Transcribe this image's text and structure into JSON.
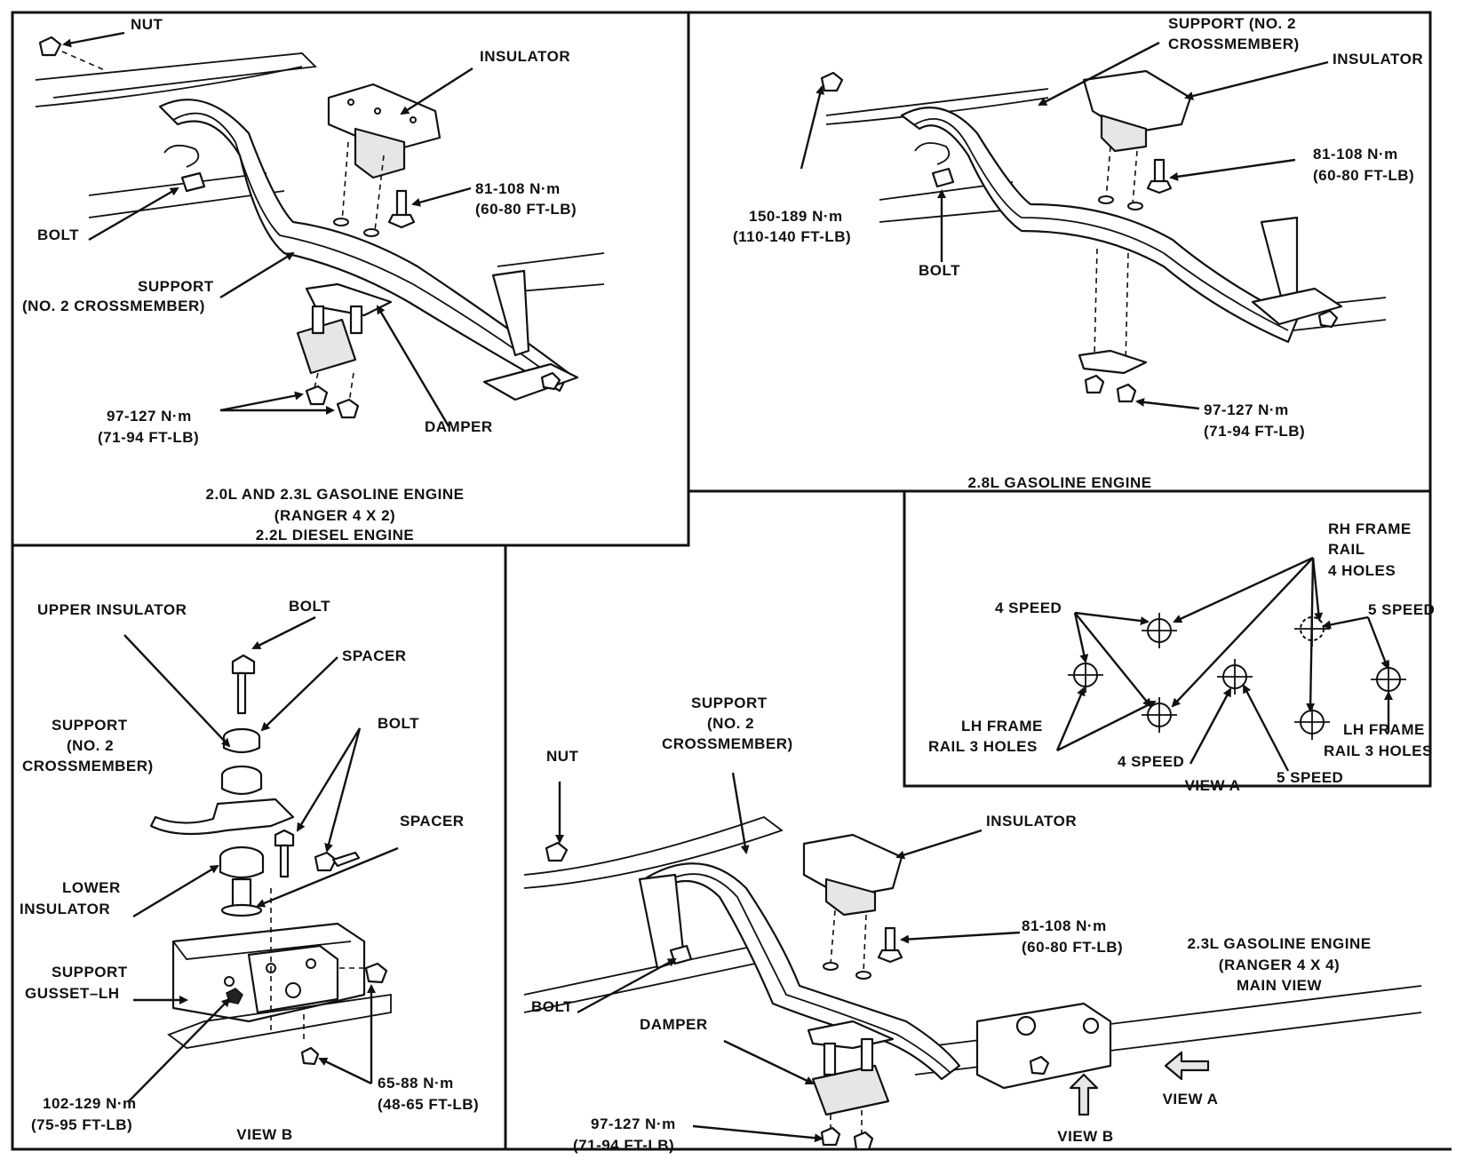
{
  "panel_tl": {
    "nut": "NUT",
    "insulator": "INSULATOR",
    "bolt": "BOLT",
    "torque_81_nm": "81-108 N·m",
    "torque_81_ft": "(60-80 FT-LB)",
    "support_1": "SUPPORT",
    "support_2": "(NO. 2 CROSSMEMBER)",
    "torque_97_nm": "97-127 N·m",
    "torque_97_ft": "(71-94 FT-LB)",
    "damper": "DAMPER",
    "title_1": "2.0L AND 2.3L GASOLINE ENGINE",
    "title_2": "(RANGER 4 X 2)",
    "title_3": "2.2L DIESEL ENGINE"
  },
  "panel_tr": {
    "support_1": "SUPPORT (NO. 2",
    "support_2": "CROSSMEMBER)",
    "insulator": "INSULATOR",
    "torque_150_nm": "150-189 N·m",
    "torque_150_ft": "(110-140 FT-LB)",
    "torque_81_nm": "81-108 N·m",
    "torque_81_ft": "(60-80 FT-LB)",
    "bolt": "BOLT",
    "torque_97_nm": "97-127 N·m",
    "torque_97_ft": "(71-94 FT-LB)",
    "title": "2.8L GASOLINE ENGINE"
  },
  "panel_view_a": {
    "rh_1": "RH FRAME",
    "rh_2": "RAIL",
    "rh_3": "4 HOLES",
    "four_speed_top": "4 SPEED",
    "five_speed_top": "5 SPEED",
    "lh_left_1": "LH FRAME",
    "lh_left_2": "RAIL 3 HOLES",
    "lh_right_1": "LH FRAME",
    "lh_right_2": "RAIL 3 HOLES",
    "four_speed_bottom": "4 SPEED",
    "five_speed_bottom": "5 SPEED",
    "title": "VIEW A"
  },
  "panel_view_b": {
    "upper_insulator": "UPPER INSULATOR",
    "bolt_top": "BOLT",
    "spacer_top": "SPACER",
    "support_1": "SUPPORT",
    "support_2": "(NO. 2",
    "support_3": "CROSSMEMBER)",
    "bolt_right": "BOLT",
    "spacer_right": "SPACER",
    "lower_1": "LOWER",
    "lower_2": "INSULATOR",
    "gusset_1": "SUPPORT",
    "gusset_2": "GUSSET–LH",
    "torque_102_nm": "102-129 N·m",
    "torque_102_ft": "(75-95 FT-LB)",
    "torque_65_nm": "65-88 N·m",
    "torque_65_ft": "(48-65 FT-LB)",
    "title": "VIEW B"
  },
  "panel_main": {
    "support_1": "SUPPORT",
    "support_2": "(NO. 2",
    "support_3": "CROSSMEMBER)",
    "nut": "NUT",
    "insulator": "INSULATOR",
    "torque_81_nm": "81-108 N·m",
    "torque_81_ft": "(60-80 FT-LB)",
    "bolt": "BOLT",
    "damper": "DAMPER",
    "torque_97_nm": "97-127 N·m",
    "torque_97_ft": "(71-94 FT-LB)",
    "title_1": "2.3L GASOLINE ENGINE",
    "title_2": "(RANGER 4 X 4)",
    "title_3": "MAIN VIEW",
    "view_b": "VIEW B",
    "view_a": "VIEW A"
  }
}
